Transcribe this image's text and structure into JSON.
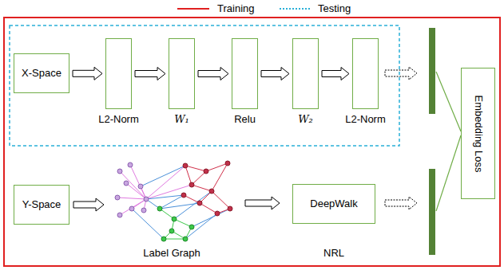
{
  "diagram": {
    "nodes": [
      {
        "text": [
          "X-Space"
        ]
      },
      {
        "text": [
          "L2-Norm"
        ]
      },
      {
        "text": [
          "W₁"
        ]
      },
      {
        "text": [
          "Relu"
        ]
      },
      {
        "text": [
          "W₂"
        ]
      },
      {
        "text": [
          "L2-Norm"
        ]
      },
      {
        "text": [
          "Embedding Loss"
        ]
      },
      {
        "text": [
          "Y-Space"
        ]
      },
      {
        "text": [
          "DeepWalk",
          "NRL"
        ]
      }
    ],
    "edges": [
      {
        "from": 0,
        "to": 1,
        "arrow": "to"
      },
      {
        "from": 1,
        "to": 2,
        "arrow": "to"
      },
      {
        "from": 2,
        "to": 3,
        "arrow": "to"
      },
      {
        "from": 3,
        "to": 4,
        "arrow": "to"
      },
      {
        "from": 4,
        "to": 5,
        "arrow": "to"
      }
    ],
    "labels": [
      "Label Graph"
    ],
    "legend": [
      {
        "text": "Training"
      },
      {
        "text": "Testing"
      }
    ]
  }
}
